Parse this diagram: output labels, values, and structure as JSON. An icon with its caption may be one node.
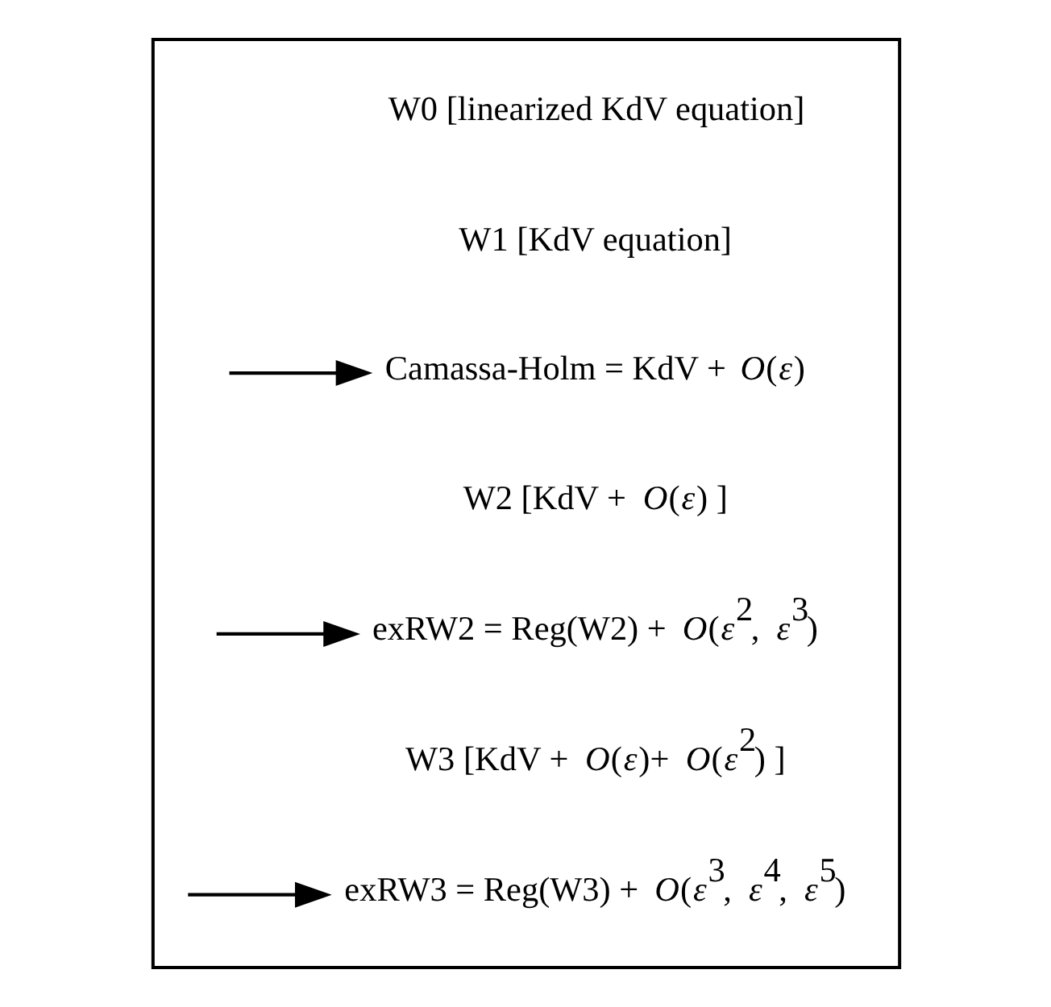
{
  "diagram": {
    "nodes": [
      {
        "text": [],
        "shape": "box"
      },
      {
        "text": [
          "W0 [linearized KdV equation]"
        ],
        "in": 0
      },
      {
        "text": [
          "W1 [KdV equation]"
        ],
        "in": 0
      },
      {
        "text": [
          "Camassa-Holm = KdV + *O*(*ε*)"
        ],
        "in": 0
      },
      {
        "text": [
          "W2 [KdV + *O*(*ε*) ]"
        ],
        "in": 0
      },
      {
        "text": [
          "exRW2 = Reg(W2) + *O*(*ε*$^{2}$, *ε*$^{3}$)"
        ],
        "in": 0
      },
      {
        "text": [
          "W3 [KdV + *O*(*ε*)+ *O*(*ε*$^{2}$) ]"
        ],
        "in": 0
      },
      {
        "text": [
          "exRW3 = Reg(W3) + *O*(*ε*$^{3}$, *ε*$^{4}$, *ε*$^{5}$)"
        ],
        "in": 0
      }
    ],
    "edges": [
      {
        "from": null,
        "to": 3,
        "arrow": "to"
      },
      {
        "from": null,
        "to": 5,
        "arrow": "to"
      },
      {
        "from": null,
        "to": 7,
        "arrow": "to"
      }
    ]
  }
}
